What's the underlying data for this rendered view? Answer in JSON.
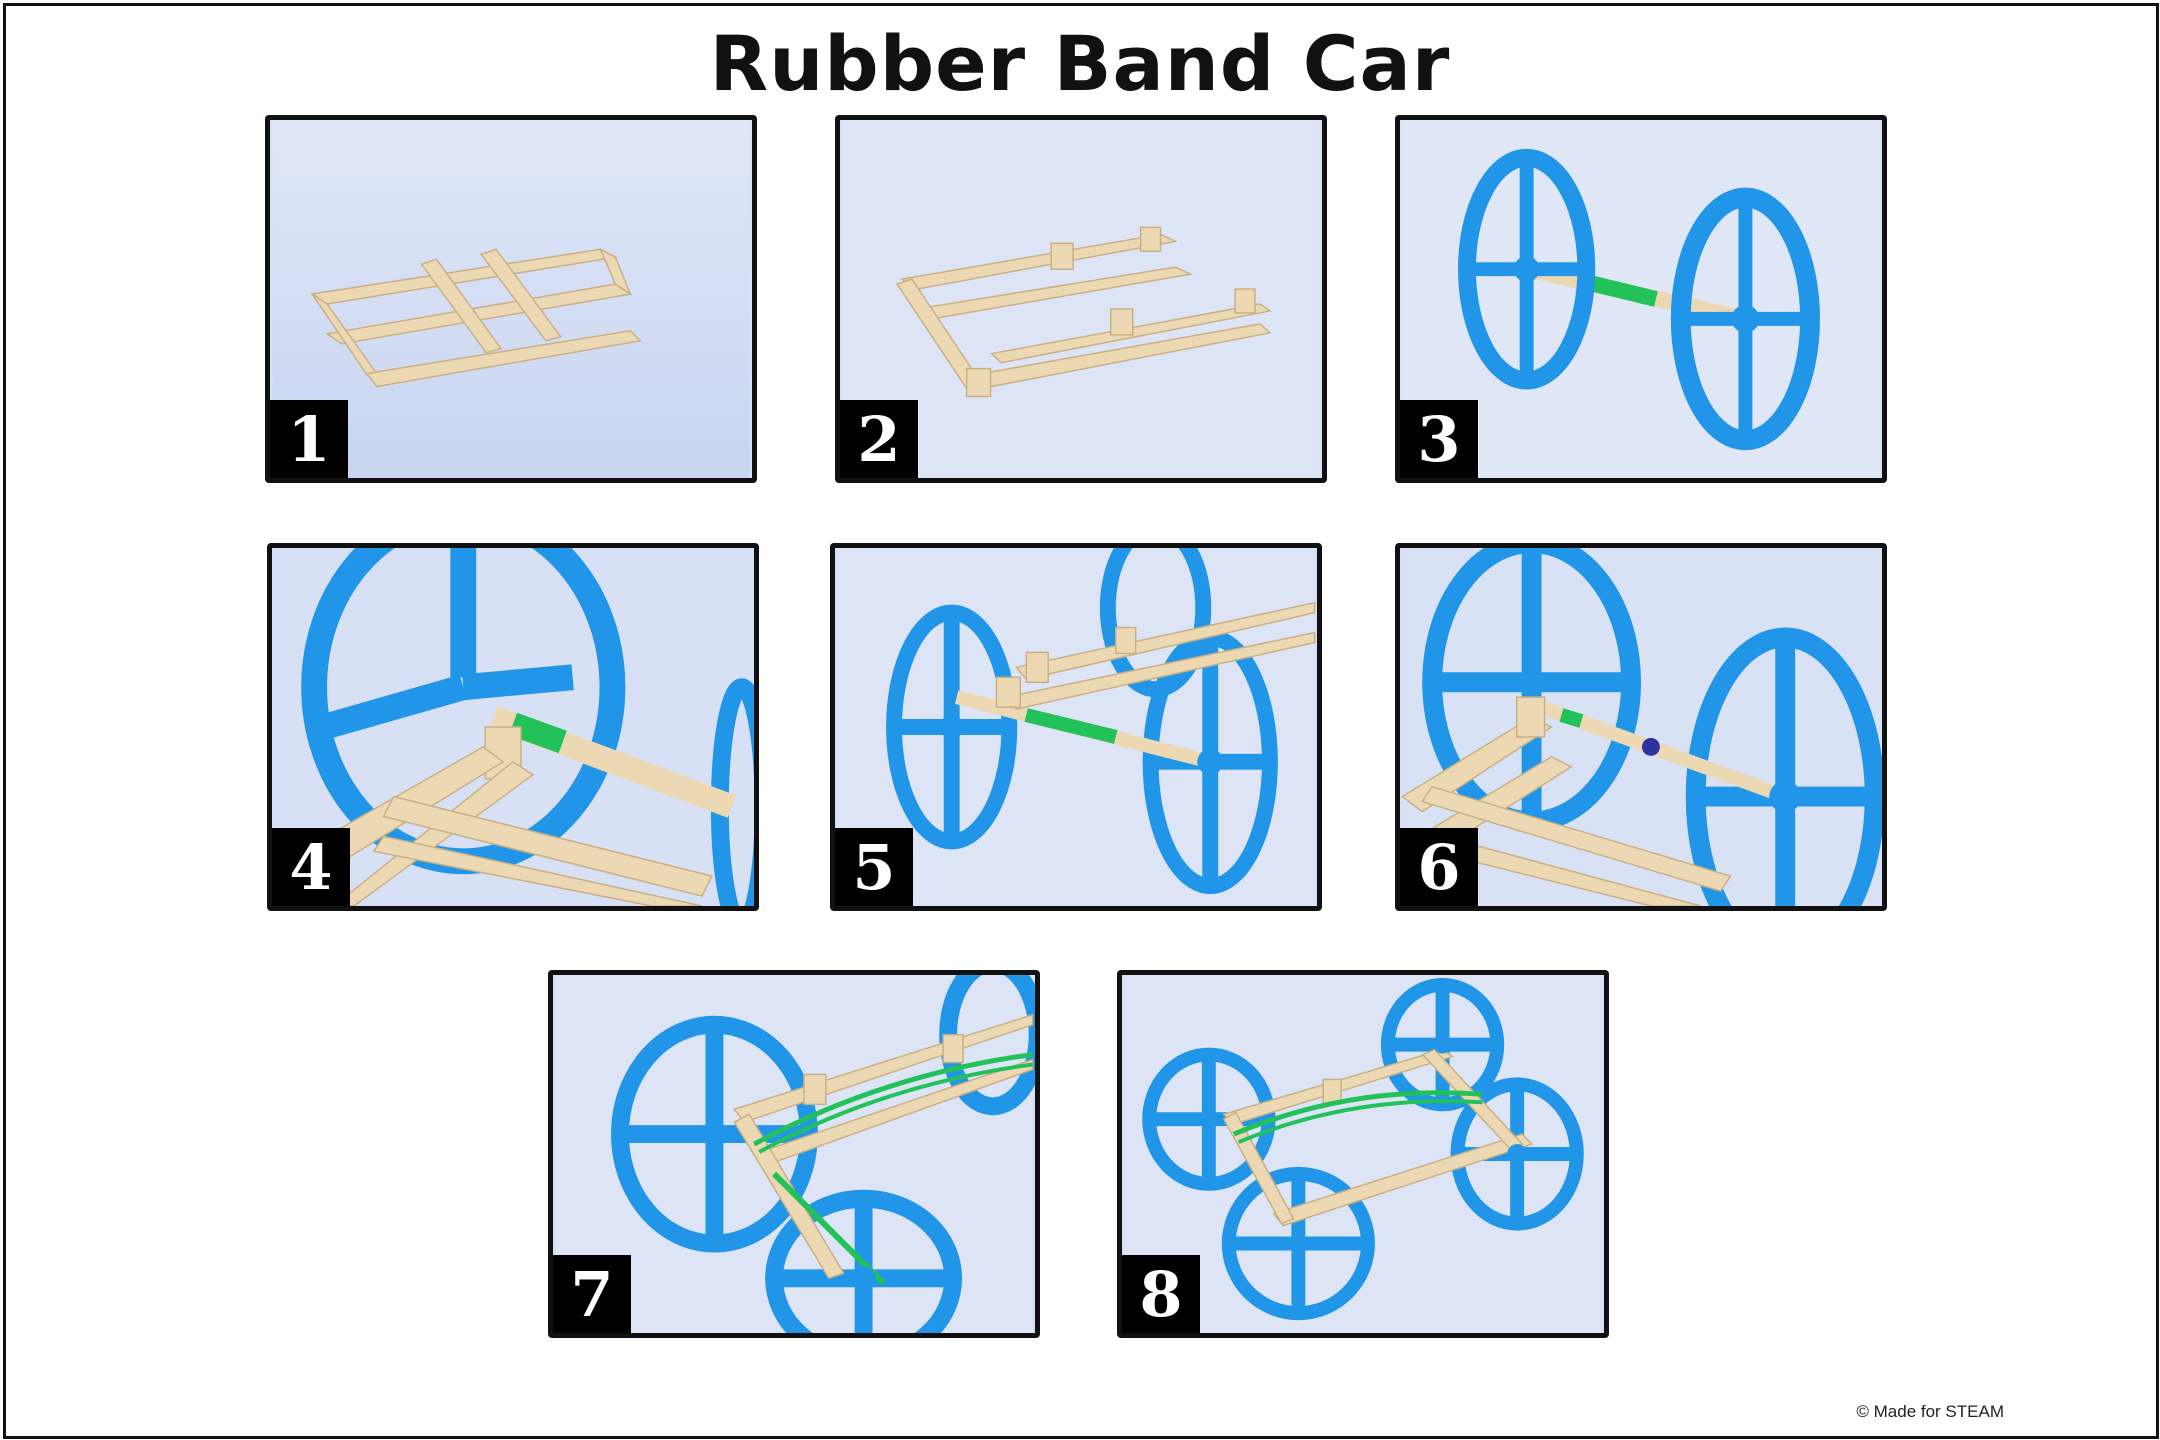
{
  "title": "Rubber Band Car",
  "steps": [
    {
      "label": "1"
    },
    {
      "label": "2"
    },
    {
      "label": "3"
    },
    {
      "label": "4"
    },
    {
      "label": "5"
    },
    {
      "label": "6"
    },
    {
      "label": "7"
    },
    {
      "label": "8"
    }
  ],
  "copyright": "© Made for STEAM",
  "colors": {
    "background": "#d6e0f6",
    "wood": "#ecd9b4",
    "wheel": "#2196e8",
    "rubber_band": "#22c15a"
  }
}
